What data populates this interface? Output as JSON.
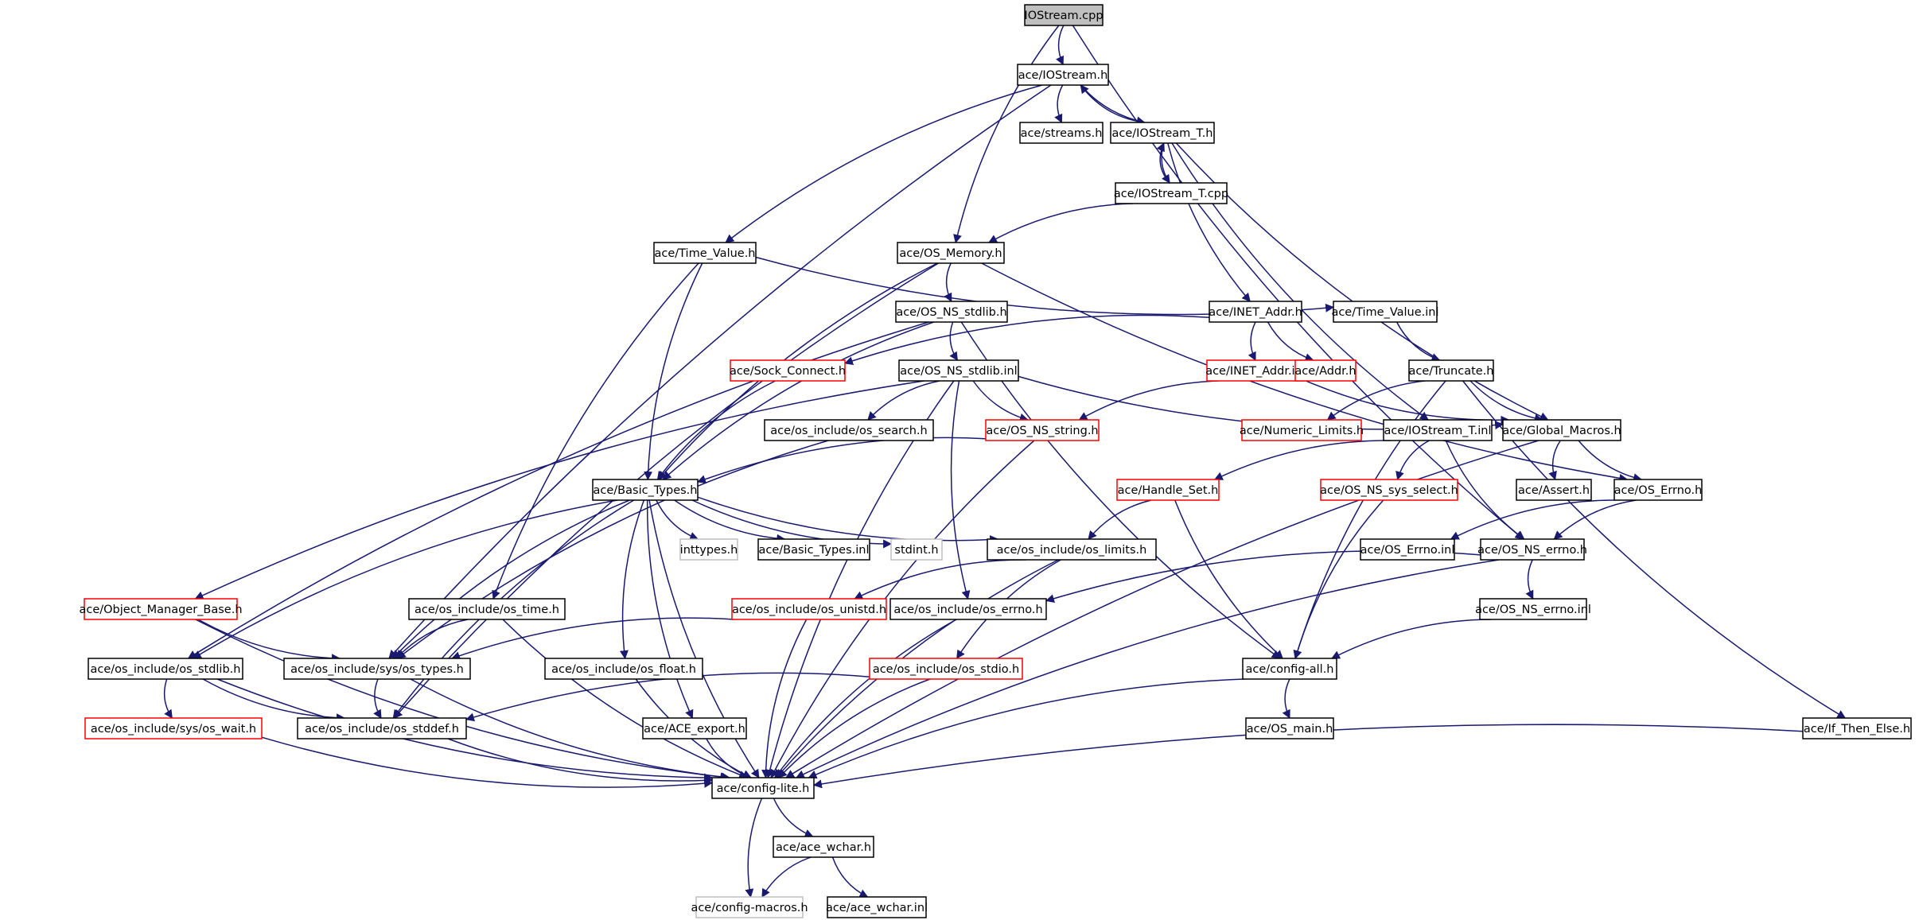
{
  "diagram": {
    "nodes": [
      {
        "id": "iostream_cpp",
        "label": "IOStream.cpp",
        "style": "root"
      },
      {
        "id": "iostream_h",
        "label": "ace/IOStream.h",
        "style": "normal"
      },
      {
        "id": "streams_h",
        "label": "ace/streams.h",
        "style": "normal"
      },
      {
        "id": "iostream_t_h",
        "label": "ace/IOStream_T.h",
        "style": "normal"
      },
      {
        "id": "iostream_t_cpp",
        "label": "ace/IOStream_T.cpp",
        "style": "normal"
      },
      {
        "id": "time_value_h",
        "label": "ace/Time_Value.h",
        "style": "normal"
      },
      {
        "id": "os_memory_h",
        "label": "ace/OS_Memory.h",
        "style": "normal"
      },
      {
        "id": "os_ns_stdlib_h",
        "label": "ace/OS_NS_stdlib.h",
        "style": "normal"
      },
      {
        "id": "inet_addr_h",
        "label": "ace/INET_Addr.h",
        "style": "normal"
      },
      {
        "id": "time_value_inl",
        "label": "ace/Time_Value.inl",
        "style": "normal"
      },
      {
        "id": "sock_connect_h",
        "label": "ace/Sock_Connect.h",
        "style": "red"
      },
      {
        "id": "os_ns_stdlib_inl",
        "label": "ace/OS_NS_stdlib.inl",
        "style": "normal"
      },
      {
        "id": "inet_addr_inl",
        "label": "ace/INET_Addr.inl",
        "style": "red"
      },
      {
        "id": "addr_h",
        "label": "ace/Addr.h",
        "style": "red"
      },
      {
        "id": "truncate_h",
        "label": "ace/Truncate.h",
        "style": "normal"
      },
      {
        "id": "os_search_h",
        "label": "ace/os_include/os_search.h",
        "style": "normal"
      },
      {
        "id": "os_ns_string_h",
        "label": "ace/OS_NS_string.h",
        "style": "red"
      },
      {
        "id": "numeric_limits_h",
        "label": "ace/Numeric_Limits.h",
        "style": "red"
      },
      {
        "id": "iostream_t_inl",
        "label": "ace/IOStream_T.inl",
        "style": "normal"
      },
      {
        "id": "global_macros_h",
        "label": "ace/Global_Macros.h",
        "style": "normal"
      },
      {
        "id": "basic_types_h",
        "label": "ace/Basic_Types.h",
        "style": "normal"
      },
      {
        "id": "handle_set_h",
        "label": "ace/Handle_Set.h",
        "style": "red"
      },
      {
        "id": "os_ns_sys_select_h",
        "label": "ace/OS_NS_sys_select.h",
        "style": "red"
      },
      {
        "id": "assert_h",
        "label": "ace/Assert.h",
        "style": "normal"
      },
      {
        "id": "os_errno_h",
        "label": "ace/OS_Errno.h",
        "style": "normal"
      },
      {
        "id": "inttypes_h",
        "label": "inttypes.h",
        "style": "gray"
      },
      {
        "id": "basic_types_inl",
        "label": "ace/Basic_Types.inl",
        "style": "normal"
      },
      {
        "id": "stdint_h",
        "label": "stdint.h",
        "style": "gray"
      },
      {
        "id": "os_limits_h",
        "label": "ace/os_include/os_limits.h",
        "style": "normal"
      },
      {
        "id": "os_errno_inl",
        "label": "ace/OS_Errno.inl",
        "style": "normal"
      },
      {
        "id": "os_ns_errno_h",
        "label": "ace/OS_NS_errno.h",
        "style": "normal"
      },
      {
        "id": "object_manager_base_h",
        "label": "ace/Object_Manager_Base.h",
        "style": "red"
      },
      {
        "id": "os_time_h",
        "label": "ace/os_include/os_time.h",
        "style": "normal"
      },
      {
        "id": "os_unistd_h",
        "label": "ace/os_include/os_unistd.h",
        "style": "red"
      },
      {
        "id": "os_errno_inc_h",
        "label": "ace/os_include/os_errno.h",
        "style": "normal"
      },
      {
        "id": "os_ns_errno_inl",
        "label": "ace/OS_NS_errno.inl",
        "style": "normal"
      },
      {
        "id": "os_stdlib_h",
        "label": "ace/os_include/os_stdlib.h",
        "style": "normal"
      },
      {
        "id": "os_types_h",
        "label": "ace/os_include/sys/os_types.h",
        "style": "normal"
      },
      {
        "id": "os_float_h",
        "label": "ace/os_include/os_float.h",
        "style": "normal"
      },
      {
        "id": "os_stdio_h",
        "label": "ace/os_include/os_stdio.h",
        "style": "red"
      },
      {
        "id": "config_all_h",
        "label": "ace/config-all.h",
        "style": "normal"
      },
      {
        "id": "os_wait_h",
        "label": "ace/os_include/sys/os_wait.h",
        "style": "red"
      },
      {
        "id": "os_stddef_h",
        "label": "ace/os_include/os_stddef.h",
        "style": "normal"
      },
      {
        "id": "ace_export_h",
        "label": "ace/ACE_export.h",
        "style": "normal"
      },
      {
        "id": "os_main_h",
        "label": "ace/OS_main.h",
        "style": "normal"
      },
      {
        "id": "if_then_else_h",
        "label": "ace/If_Then_Else.h",
        "style": "normal"
      },
      {
        "id": "config_lite_h",
        "label": "ace/config-lite.h",
        "style": "normal"
      },
      {
        "id": "ace_wchar_h",
        "label": "ace/ace_wchar.h",
        "style": "normal"
      },
      {
        "id": "config_macros_h",
        "label": "ace/config-macros.h",
        "style": "gray"
      },
      {
        "id": "ace_wchar_inl",
        "label": "ace/ace_wchar.inl",
        "style": "normal"
      }
    ],
    "edges": [
      [
        "iostream_cpp",
        "iostream_h"
      ],
      [
        "iostream_cpp",
        "os_memory_h"
      ],
      [
        "iostream_cpp",
        "os_ns_errno_h"
      ],
      [
        "iostream_h",
        "streams_h"
      ],
      [
        "iostream_h",
        "iostream_t_h"
      ],
      [
        "iostream_h",
        "time_value_h"
      ],
      [
        "iostream_h",
        "os_types_h"
      ],
      [
        "iostream_t_h",
        "iostream_h"
      ],
      [
        "iostream_t_h",
        "iostream_t_cpp"
      ],
      [
        "iostream_t_cpp",
        "iostream_t_h"
      ],
      [
        "iostream_t_h",
        "inet_addr_h"
      ],
      [
        "iostream_t_h",
        "global_macros_h"
      ],
      [
        "iostream_t_h",
        "iostream_t_inl"
      ],
      [
        "iostream_t_cpp",
        "os_memory_h"
      ],
      [
        "time_value_h",
        "time_value_inl"
      ],
      [
        "time_value_h",
        "basic_types_h"
      ],
      [
        "time_value_h",
        "os_time_h"
      ],
      [
        "os_memory_h",
        "os_ns_stdlib_h"
      ],
      [
        "os_memory_h",
        "basic_types_h"
      ],
      [
        "os_memory_h",
        "os_errno_h"
      ],
      [
        "os_memory_h",
        "os_stddef_h"
      ],
      [
        "os_ns_stdlib_h",
        "os_ns_stdlib_inl"
      ],
      [
        "os_ns_stdlib_h",
        "basic_types_h"
      ],
      [
        "os_ns_stdlib_h",
        "config_all_h"
      ],
      [
        "os_ns_stdlib_h",
        "os_stdlib_h"
      ],
      [
        "inet_addr_h",
        "sock_connect_h"
      ],
      [
        "inet_addr_h",
        "inet_addr_inl"
      ],
      [
        "inet_addr_h",
        "addr_h"
      ],
      [
        "time_value_inl",
        "truncate_h"
      ],
      [
        "sock_connect_h",
        "basic_types_h"
      ],
      [
        "os_ns_stdlib_inl",
        "os_search_h"
      ],
      [
        "os_ns_stdlib_inl",
        "os_ns_string_h"
      ],
      [
        "os_ns_stdlib_inl",
        "global_macros_h"
      ],
      [
        "os_ns_stdlib_inl",
        "object_manager_base_h"
      ],
      [
        "os_ns_stdlib_inl",
        "os_errno_inc_h"
      ],
      [
        "os_ns_stdlib_inl",
        "config_lite_h"
      ],
      [
        "inet_addr_inl",
        "os_ns_string_h"
      ],
      [
        "inet_addr_inl",
        "global_macros_h"
      ],
      [
        "truncate_h",
        "global_macros_h"
      ],
      [
        "truncate_h",
        "numeric_limits_h"
      ],
      [
        "truncate_h",
        "config_all_h"
      ],
      [
        "truncate_h",
        "if_then_else_h"
      ],
      [
        "os_search_h",
        "os_types_h"
      ],
      [
        "os_ns_string_h",
        "basic_types_h"
      ],
      [
        "os_ns_string_h",
        "config_lite_h"
      ],
      [
        "iostream_t_inl",
        "handle_set_h"
      ],
      [
        "iostream_t_inl",
        "os_ns_sys_select_h"
      ],
      [
        "iostream_t_inl",
        "os_ns_errno_h"
      ],
      [
        "global_macros_h",
        "assert_h"
      ],
      [
        "global_macros_h",
        "os_errno_h"
      ],
      [
        "global_macros_h",
        "config_lite_h"
      ],
      [
        "basic_types_h",
        "inttypes_h"
      ],
      [
        "basic_types_h",
        "basic_types_inl"
      ],
      [
        "basic_types_h",
        "stdint_h"
      ],
      [
        "basic_types_h",
        "os_limits_h"
      ],
      [
        "basic_types_h",
        "os_float_h"
      ],
      [
        "basic_types_h",
        "os_types_h"
      ],
      [
        "basic_types_h",
        "os_stddef_h"
      ],
      [
        "basic_types_h",
        "ace_export_h"
      ],
      [
        "basic_types_h",
        "config_lite_h"
      ],
      [
        "basic_types_h",
        "os_stdlib_h"
      ],
      [
        "handle_set_h",
        "os_limits_h"
      ],
      [
        "handle_set_h",
        "config_all_h"
      ],
      [
        "os_ns_sys_select_h",
        "config_all_h"
      ],
      [
        "os_errno_h",
        "os_errno_inl"
      ],
      [
        "os_errno_h",
        "os_ns_errno_h"
      ],
      [
        "os_limits_h",
        "os_unistd_h"
      ],
      [
        "os_limits_h",
        "os_stdio_h"
      ],
      [
        "os_limits_h",
        "config_lite_h"
      ],
      [
        "os_ns_errno_h",
        "os_ns_errno_inl"
      ],
      [
        "os_ns_errno_h",
        "os_errno_inc_h"
      ],
      [
        "os_ns_errno_h",
        "config_lite_h"
      ],
      [
        "object_manager_base_h",
        "os_types_h"
      ],
      [
        "object_manager_base_h",
        "config_lite_h"
      ],
      [
        "os_time_h",
        "os_types_h"
      ],
      [
        "os_time_h",
        "config_lite_h"
      ],
      [
        "os_unistd_h",
        "os_types_h"
      ],
      [
        "os_unistd_h",
        "config_lite_h"
      ],
      [
        "os_errno_inc_h",
        "config_lite_h"
      ],
      [
        "os_ns_errno_inl",
        "config_all_h"
      ],
      [
        "os_stdlib_h",
        "os_wait_h"
      ],
      [
        "os_stdlib_h",
        "os_stddef_h"
      ],
      [
        "os_stdlib_h",
        "config_lite_h"
      ],
      [
        "os_types_h",
        "os_stddef_h"
      ],
      [
        "os_types_h",
        "config_lite_h"
      ],
      [
        "os_float_h",
        "config_lite_h"
      ],
      [
        "os_stdio_h",
        "os_stddef_h"
      ],
      [
        "os_stdio_h",
        "config_lite_h"
      ],
      [
        "config_all_h",
        "os_main_h"
      ],
      [
        "config_all_h",
        "config_lite_h"
      ],
      [
        "os_wait_h",
        "config_lite_h"
      ],
      [
        "os_stddef_h",
        "config_lite_h"
      ],
      [
        "ace_export_h",
        "config_lite_h"
      ],
      [
        "if_then_else_h",
        "config_lite_h"
      ],
      [
        "config_lite_h",
        "ace_wchar_h"
      ],
      [
        "config_lite_h",
        "config_macros_h"
      ],
      [
        "ace_wchar_h",
        "config_macros_h"
      ],
      [
        "ace_wchar_h",
        "ace_wchar_inl"
      ]
    ]
  }
}
